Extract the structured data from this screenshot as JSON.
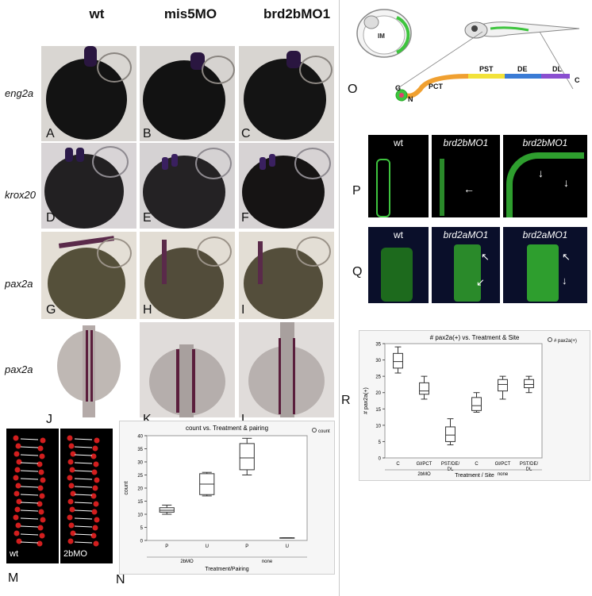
{
  "headers": {
    "wt": "wt",
    "mis5": "mis5MO",
    "brd2b": "brd2bMO1"
  },
  "row_labels": {
    "eng2a": "eng2a",
    "krox20": "krox20",
    "pax2a_1": "pax2a",
    "pax2a_2": "pax2a"
  },
  "panel_letters": {
    "A": "A",
    "B": "B",
    "C": "C",
    "D": "D",
    "E": "E",
    "F": "F",
    "G": "G",
    "H": "H",
    "I": "I",
    "J": "J",
    "K": "K",
    "L": "L",
    "M": "M",
    "N": "N",
    "O": "O",
    "P": "P",
    "Q": "Q",
    "R": "R"
  },
  "panel_m": {
    "wt": "wt",
    "mo": "2bMO"
  },
  "diagram_o": {
    "im": "IM",
    "g": "G",
    "n": "N",
    "pct": "PCT",
    "pst": "PST",
    "de": "DE",
    "dl": "DL",
    "c": "C"
  },
  "panel_p": {
    "captions": [
      "wt",
      "brd2bMO1",
      "brd2bMO1"
    ]
  },
  "panel_q": {
    "captions": [
      "wt",
      "brd2aMO1",
      "brd2aMO1"
    ]
  },
  "colors": {
    "green": "#3ec43e",
    "yellow": "#f2e23a",
    "orange": "#f0a030",
    "blue": "#3a7bd5",
    "purple": "#8a4fd0",
    "gut_purple": "#6a2a8a"
  },
  "chart_n": {
    "type": "box",
    "title": "count vs. Treatment & pairing",
    "legend": "count",
    "xlabel": "Treatment/Pairing",
    "ylabel": "count",
    "ylim": [
      0,
      40
    ],
    "yticks": [
      0,
      5,
      10,
      15,
      20,
      25,
      30,
      35,
      40
    ],
    "groups": [
      "2bMO",
      "none"
    ],
    "categories": [
      "P",
      "U",
      "P",
      "U"
    ],
    "boxes": [
      {
        "min": 10,
        "q1": 10.8,
        "median": 11.5,
        "q3": 12.5,
        "max": 13.5
      },
      {
        "min": 17,
        "q1": 17.5,
        "median": 21.5,
        "q3": 25.5,
        "max": 26
      },
      {
        "min": 25,
        "q1": 27,
        "median": 31.5,
        "q3": 37,
        "max": 39
      },
      {
        "min": 1,
        "q1": 1,
        "median": 1,
        "q3": 1,
        "max": 1
      }
    ]
  },
  "chart_r": {
    "type": "box",
    "title": "# pax2a(+) vs. Treatment & Site",
    "legend": "# pax2a(+)",
    "xlabel": "Treatment / Site",
    "ylabel": "# pax2a(+)",
    "ylim": [
      0,
      35
    ],
    "yticks": [
      0,
      5,
      10,
      15,
      20,
      25,
      30,
      35
    ],
    "groups": [
      "2bMO",
      "none"
    ],
    "categories": [
      "C",
      "Gl/PCT",
      "PST/DE/\nDL",
      "C",
      "Gl/PCT",
      "PST/DE/\nDL"
    ],
    "boxes": [
      {
        "min": 26,
        "q1": 27.5,
        "median": 29.5,
        "q3": 32,
        "max": 34
      },
      {
        "min": 18,
        "q1": 19.5,
        "median": 20.5,
        "q3": 23,
        "max": 25
      },
      {
        "min": 4,
        "q1": 5,
        "median": 7,
        "q3": 9.5,
        "max": 12
      },
      {
        "min": 14,
        "q1": 14.5,
        "median": 16,
        "q3": 18.5,
        "max": 20
      },
      {
        "min": 18,
        "q1": 20.5,
        "median": 22.5,
        "q3": 24,
        "max": 25
      },
      {
        "min": 20,
        "q1": 21.5,
        "median": 22.5,
        "q3": 24,
        "max": 25
      }
    ]
  }
}
